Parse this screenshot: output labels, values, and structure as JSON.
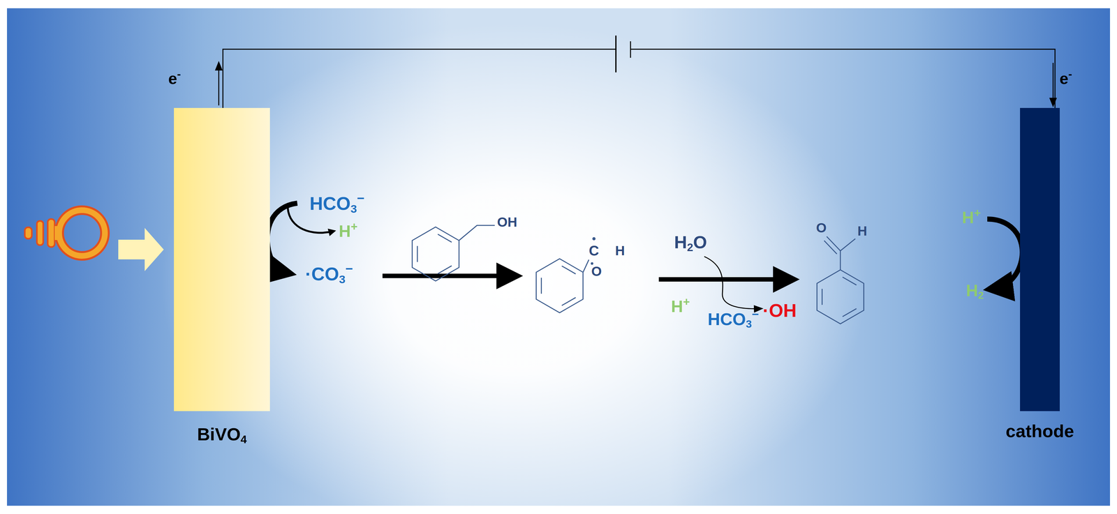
{
  "diagram": {
    "nodes": [
      {
        "text": [
          "BiVO4"
        ]
      },
      {
        "text": [
          "cathode"
        ]
      }
    ],
    "edges": [
      {
        "from": 0,
        "to": 1,
        "arrow": "none"
      }
    ],
    "labels": [
      "e-",
      "e-",
      "HCO3−",
      "H+",
      "·CO3−",
      "OH",
      "C",
      "H",
      "O",
      "H2O",
      "H+",
      "HCO3−",
      "·OH",
      "O",
      "H",
      "H+",
      "H2"
    ]
  }
}
